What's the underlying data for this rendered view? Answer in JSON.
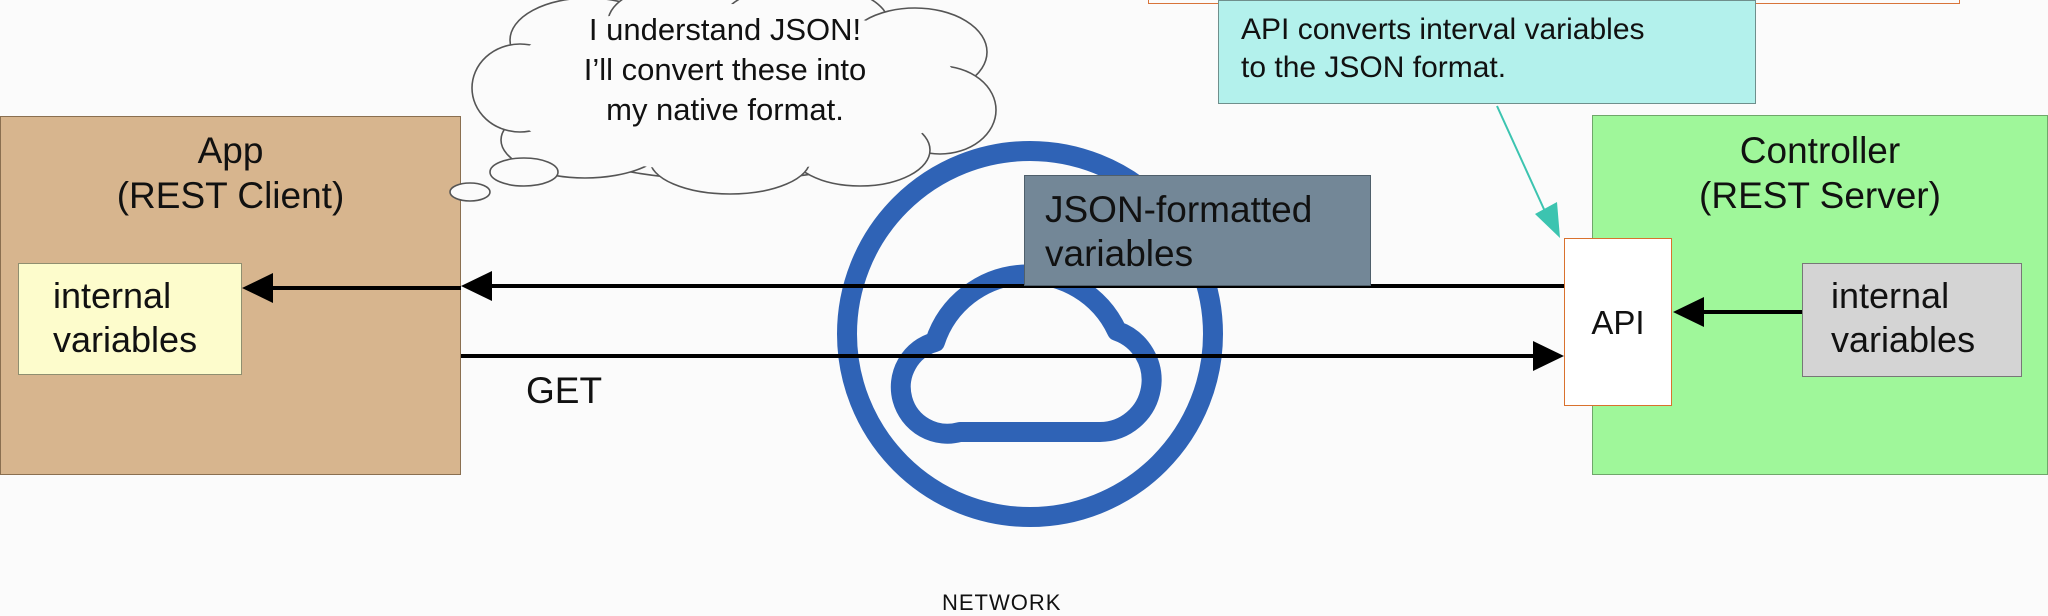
{
  "note": {
    "text": "API converts interval variables\nto the JSON format."
  },
  "app": {
    "title": "App\n(REST Client)",
    "internal": "internal\nvariables"
  },
  "controller": {
    "title": "Controller\n(REST Server)",
    "internal": "internal\nvariables"
  },
  "api": {
    "label": "API"
  },
  "json_box": {
    "text": "JSON-formatted\nvariables"
  },
  "thought": {
    "text": "I understand JSON!\nI’ll convert these into\nmy native format."
  },
  "get_label": "GET",
  "network_label": "NETWORK",
  "colors": {
    "app_fill": "#d7b58e",
    "controller_fill": "#9ff79a",
    "note_fill": "#b3f1ec",
    "json_fill": "#738797",
    "network_blue": "#2f63b6",
    "leader_line": "#3cc4b0"
  }
}
